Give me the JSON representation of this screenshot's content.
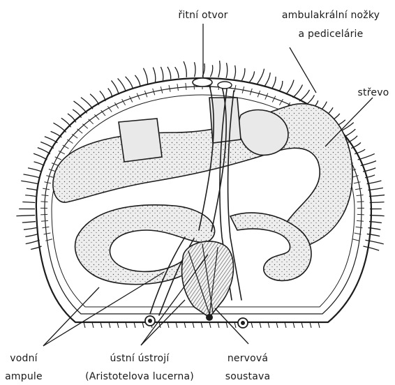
{
  "diagram": {
    "labels": {
      "anus": "řitní otvor",
      "tube_feet": "ambulakrální nožky",
      "pedicellariae": "a pedicelárie",
      "intestine": "střevo",
      "ampullae_1": "vodní",
      "ampullae_2": "ampule",
      "lantern_1": "ústní ústrojí",
      "lantern_2": "(Aristotelova lucerna)",
      "nervous_1": "nervová",
      "nervous_2": "soustava"
    }
  }
}
